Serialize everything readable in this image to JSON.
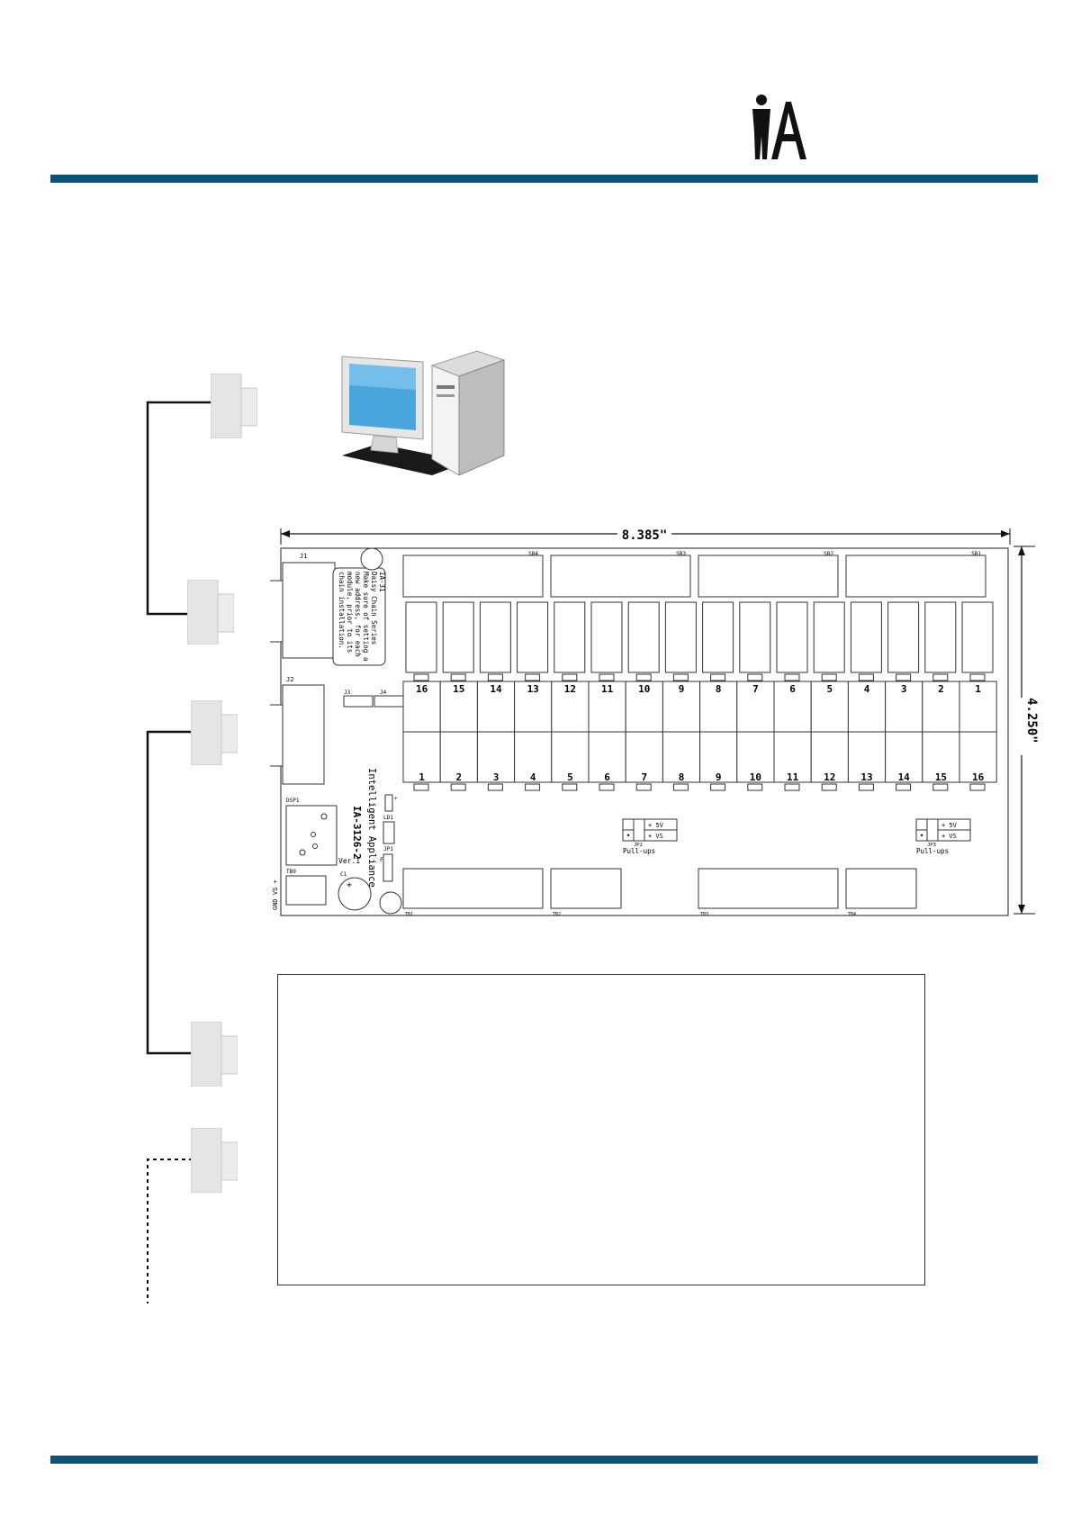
{
  "logo": {
    "text": "IA"
  },
  "board": {
    "width_label": "8.385\"",
    "height_label": "4.250\"",
    "connectors": {
      "j1": "J1",
      "j2": "J2",
      "j3": "J3",
      "j4": "J4"
    },
    "banks": [
      "SB4",
      "SB3",
      "SB2",
      "SB1"
    ],
    "terminal_blocks": [
      "TB1",
      "TB2",
      "TB3",
      "TB4"
    ],
    "top_numbers": [
      "16",
      "15",
      "14",
      "13",
      "12",
      "11",
      "10",
      "9",
      "8",
      "7",
      "6",
      "5",
      "4",
      "3",
      "2",
      "1"
    ],
    "bottom_numbers": [
      "1",
      "2",
      "3",
      "4",
      "5",
      "6",
      "7",
      "8",
      "9",
      "10",
      "11",
      "12",
      "13",
      "14",
      "15",
      "16"
    ],
    "note_lines": [
      "IA-31",
      "Daisy Chain Series",
      "Make sure of setting a",
      "new address, for each",
      "module, prior to its",
      "chain installation."
    ],
    "brand_text": "Intelligent Appliance",
    "model_text": "IA-3126-2",
    "ver_text": "Ver.1",
    "dsp_label": "DSP1",
    "tb9_label": "TB9",
    "c1_label": "C1",
    "ld1_label": "LD1",
    "jp1_label": "JP1",
    "f1_label": "F1",
    "power_label": "GND VS +",
    "pullup_label": "Pull-ups",
    "jp2_label": "JP2",
    "jp3_label": "JP3",
    "opt_5v": "+ 5V",
    "opt_vs": "+ VS",
    "plus_sign": "+"
  }
}
